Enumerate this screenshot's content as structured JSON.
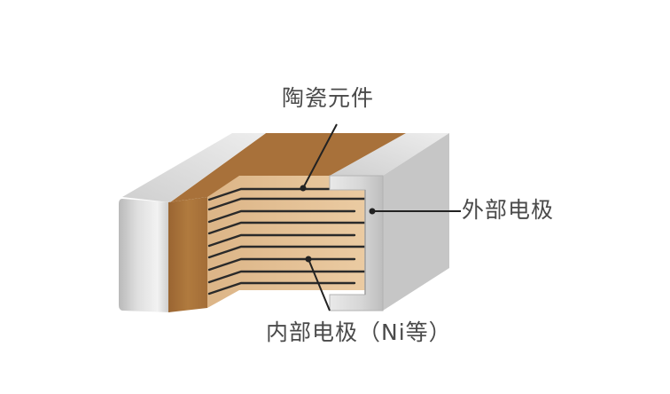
{
  "labels": {
    "ceramic_element": "陶瓷元件",
    "outer_electrode": "外部电极",
    "inner_electrode": "内部电极（Ni等）"
  },
  "colors": {
    "ceramic_body": "#b07a3e",
    "ceramic_top": "#a5703a",
    "ceramic_section": "#e6c296",
    "terminal_light": "#e8e8e8",
    "terminal_dark": "#bdbdbd",
    "electrode_line": "#2a2a2a",
    "leader_line": "#222222",
    "label_text": "#4a4a4a"
  }
}
